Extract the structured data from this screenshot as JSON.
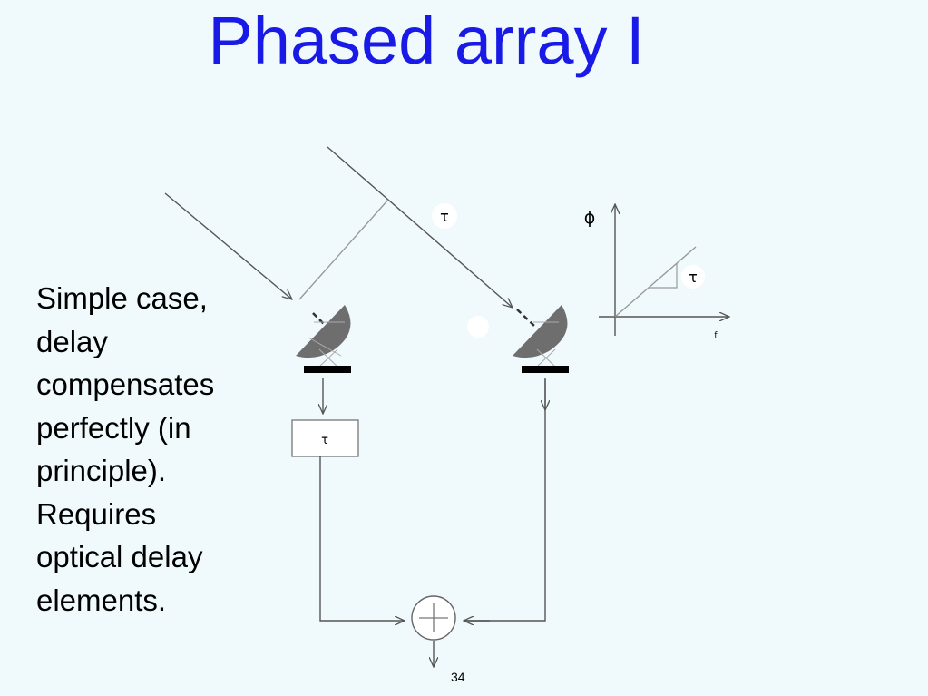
{
  "slide": {
    "title": "Phased array I",
    "body_lines": [
      "Simple case,",
      "delay",
      "compensates",
      "perfectly (in",
      "principle).",
      "Requires",
      "optical delay",
      "elements."
    ],
    "page_number": "34"
  },
  "diagram": {
    "tau_label_path": "τ",
    "tau_label_delay_box": "τ",
    "plot": {
      "y_label": "ϕ",
      "x_label": "f",
      "slope_label": "τ"
    }
  },
  "colors": {
    "title": "#1a1ae6",
    "background": "#f0fafd",
    "dish": "#6e6e6e",
    "lines": "#555555"
  }
}
